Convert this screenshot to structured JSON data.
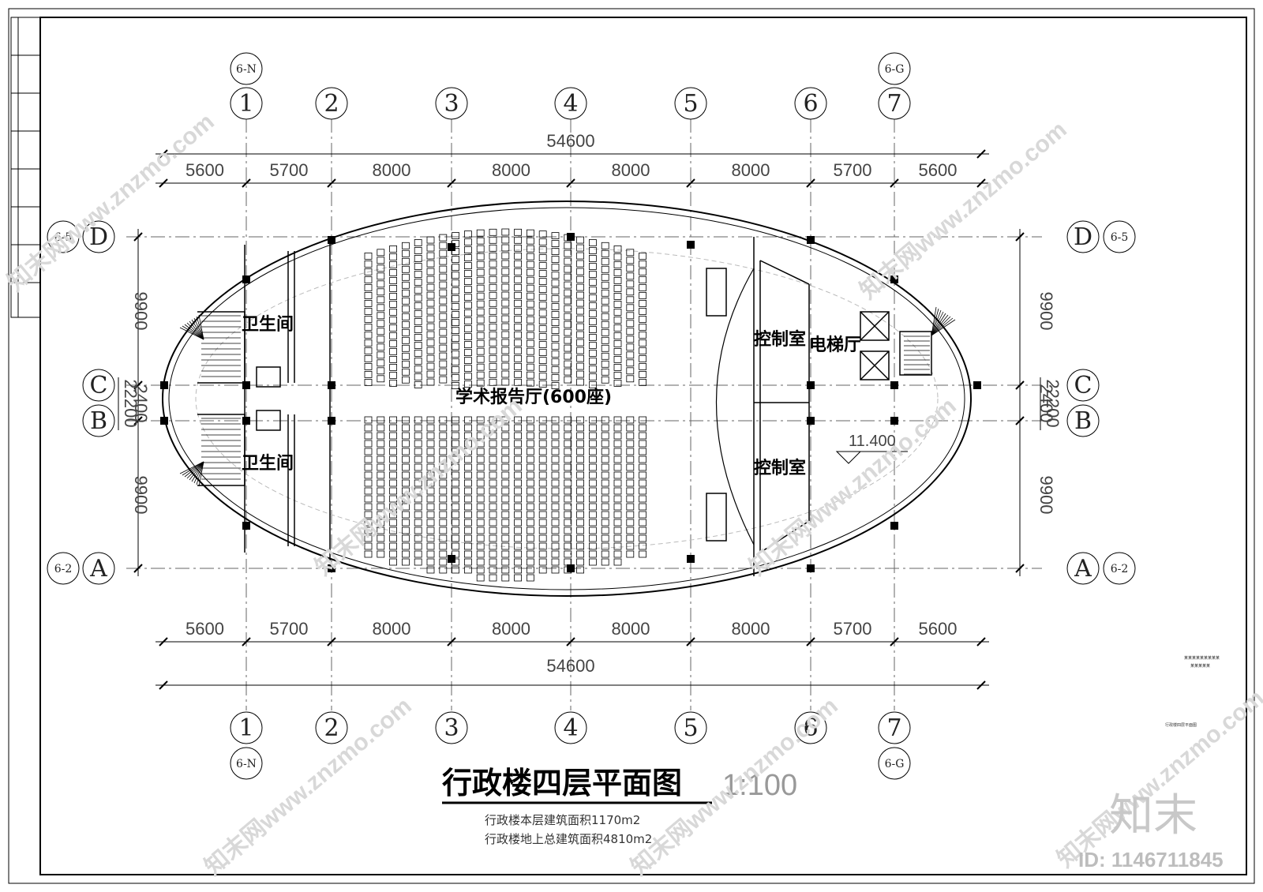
{
  "drawing": {
    "title": "行政楼四层平面图",
    "scale": "1:100",
    "notes": [
      "行政楼本层建筑面积1170m2",
      "行政楼地上总建筑面积4810m2"
    ],
    "level_mark": "11.400",
    "stamp_lines": [
      "某某某某某某某某某",
      "某某某某某",
      "行政楼四层平面图"
    ]
  },
  "grid": {
    "columns": [
      "1",
      "2",
      "3",
      "4",
      "5",
      "6",
      "7"
    ],
    "rows": [
      "A",
      "B",
      "C",
      "D"
    ],
    "col_refs_top": {
      "first": "6-N",
      "last": "6-G"
    },
    "col_refs_bottom": {
      "first": "6-N",
      "last": "6-G"
    },
    "row_refs": {
      "D": "6-5",
      "A": "6-2"
    }
  },
  "dimensions": {
    "horizontal_total": "54600",
    "horizontal_segments": [
      "5600",
      "5700",
      "8000",
      "8000",
      "8000",
      "8000",
      "5700",
      "5600"
    ],
    "vertical_segments": [
      "9900",
      "2400",
      "9900"
    ],
    "vertical_total_inner": "22200"
  },
  "rooms": {
    "toilet": "卫生间",
    "auditorium": "学术报告厅(600座)",
    "control": "控制室",
    "elevator_hall": "电梯厅"
  },
  "watermark": {
    "site": "知末网www.znzmo.com",
    "brand": "知末",
    "id": "ID: 1146711845"
  }
}
